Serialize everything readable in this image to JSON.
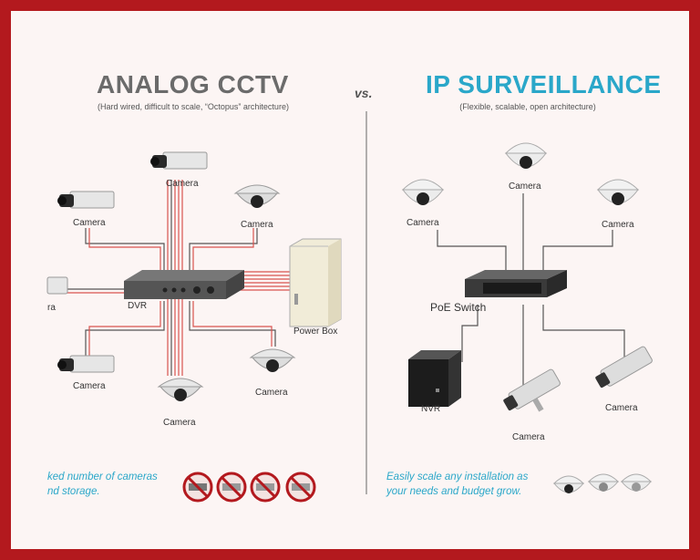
{
  "analog": {
    "title": "ANALOG CCTV",
    "subtitle": "(Hard wired, difficult to scale, “Octopus” architecture)",
    "labels": {
      "cam_top": "Camera",
      "cam_upper_left": "Camera",
      "cam_upper_right": "Camera",
      "cam_left_cut": "ra",
      "cam_lower_left": "Camera",
      "cam_bottom": "Camera",
      "cam_lower_right": "Camera",
      "dvr": "DVR",
      "power_box": "Power Box"
    },
    "footer_line1": "ked number of cameras",
    "footer_line2": "nd storage."
  },
  "vs": "vs.",
  "ip": {
    "title": "IP SURVEILLANCE",
    "subtitle": "(Flexible, scalable, open architecture)",
    "labels": {
      "cam_top": "Camera",
      "cam_left": "Camera",
      "cam_right": "Camera",
      "switch": "PoE Switch",
      "nvr": "NVR",
      "cam_bottom": "Camera",
      "cam_lower_right": "Camera"
    },
    "footer_line1": "Easily scale any installation as",
    "footer_line2": "your needs and budget grow."
  },
  "colors": {
    "frame": "#b3191e",
    "analog_title": "#6b6b6b",
    "ip_title": "#2aa7c9",
    "red_wire": "#d9534f",
    "ip_wire": "#555555"
  }
}
